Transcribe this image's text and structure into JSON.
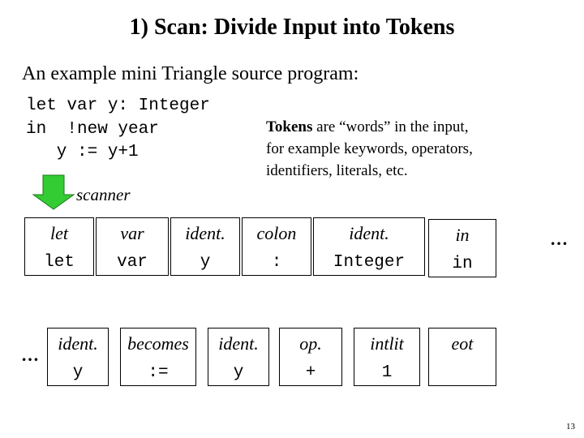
{
  "title": "1) Scan: Divide Input into Tokens",
  "subtitle": "An example mini Triangle source program:",
  "code_lines": [
    "let var y: Integer",
    "in  !new year",
    "   y := y+1"
  ],
  "note": {
    "bold": "Tokens",
    "line1_rest": " are “words” in the input,",
    "line2": "for example  keywords, operators,",
    "line3": "identifiers, literals, etc."
  },
  "scanner_label": "scanner",
  "arrow_color": "#33cc33",
  "row1_tokens": [
    {
      "kind": "let",
      "spelling": "let"
    },
    {
      "kind": "var",
      "spelling": "var"
    },
    {
      "kind": "ident.",
      "spelling": "y"
    },
    {
      "kind": "colon",
      "spelling": ":"
    },
    {
      "kind": "ident.",
      "spelling": "Integer"
    },
    {
      "kind": "in",
      "spelling": "in"
    }
  ],
  "row2_tokens": [
    {
      "kind": "ident.",
      "spelling": "y"
    },
    {
      "kind": "becomes",
      "spelling": ":="
    },
    {
      "kind": "ident.",
      "spelling": "y"
    },
    {
      "kind": "op.",
      "spelling": "+"
    },
    {
      "kind": "intlit",
      "spelling": "1"
    },
    {
      "kind": "eot",
      "spelling": ""
    }
  ],
  "ellipsis": "…",
  "page_number": "13"
}
